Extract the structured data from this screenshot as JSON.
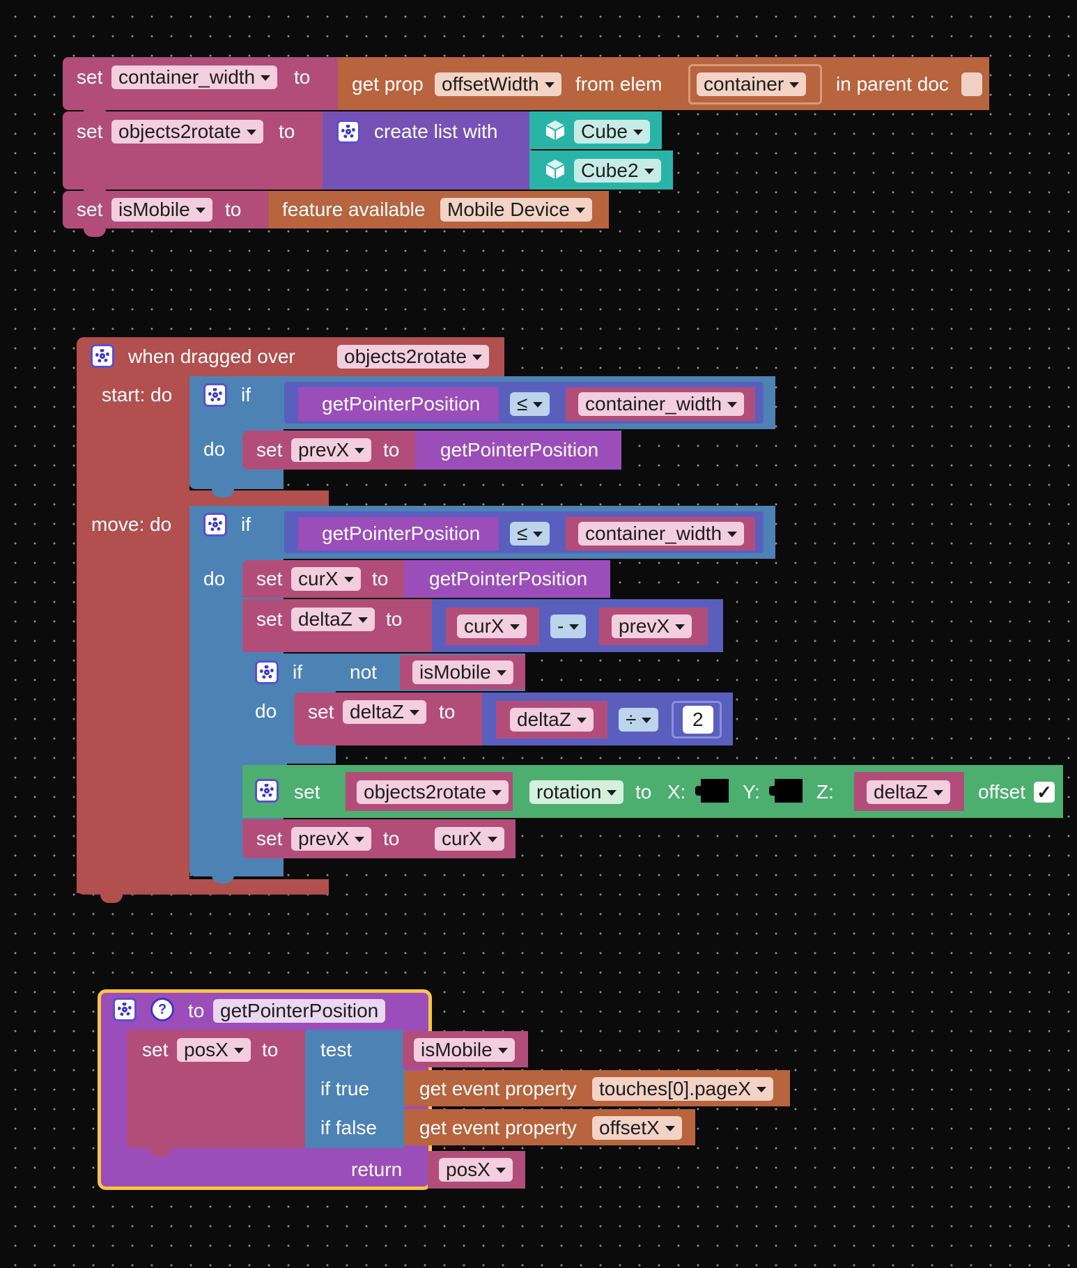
{
  "colors": {
    "variable": "#b24d7a",
    "variable_field": "#f3cede",
    "property": "#b7643f",
    "property_field": "#f2d3c5",
    "list": "#7652b6",
    "object": "#2ab4a8",
    "object_field": "#c7ece7",
    "logic": "#4d82b5",
    "logic_field": "#bcd4ec",
    "math": "#5a5fbe",
    "event": "#b24f4f",
    "procedure": "#9b4dba",
    "procedure_highlight": "#f6c644",
    "procedure_name_field": "#ead7f2",
    "transform": "#4caf6f",
    "background": "#0b0b0b"
  },
  "blocks": {
    "b1": {
      "set": "set",
      "var": "container_width",
      "to": "to",
      "get_prop": "get prop",
      "prop": "offsetWidth",
      "from_elem": "from elem",
      "elem": "container",
      "in_parent_doc": "in parent doc"
    },
    "b2": {
      "set": "set",
      "var": "objects2rotate",
      "to": "to",
      "create_list": "create list with",
      "item1": "Cube",
      "item2": "Cube2",
      "item1_icon": "cube-icon",
      "item2_icon": "cube-icon"
    },
    "b3": {
      "set": "set",
      "var": "isMobile",
      "to": "to",
      "feature": "feature available",
      "feature_value": "Mobile Device"
    },
    "event": {
      "header": "when dragged over",
      "object": "objects2rotate",
      "start_do": "start: do",
      "move_do": "move: do",
      "start_if": {
        "if": "if",
        "do": "do",
        "left": "getPointerPosition",
        "op": "≤",
        "right": "container_width",
        "set": "set",
        "var": "prevX",
        "to": "to",
        "value": "getPointerPosition"
      },
      "move_if": {
        "if": "if",
        "do": "do",
        "left": "getPointerPosition",
        "op": "≤",
        "right": "container_width",
        "set1": "set",
        "var1": "curX",
        "to1": "to",
        "value1": "getPointerPosition",
        "set2": "set",
        "var2": "deltaZ",
        "to2": "to",
        "a2": "curX",
        "op2": "-",
        "b2": "prevX",
        "inner_if": "if",
        "not": "not",
        "cond": "isMobile",
        "inner_do": "do",
        "set3": "set",
        "var3": "deltaZ",
        "to3": "to",
        "a3": "deltaZ",
        "op3": "÷",
        "b3": "2",
        "rot_set": "set",
        "rot_obj": "objects2rotate",
        "rot_prop": "rotation",
        "rot_to": "to",
        "x_label": "X:",
        "y_label": "Y:",
        "z_label": "Z:",
        "z_value": "deltaZ",
        "offset": "offset",
        "offset_checked": "✓",
        "set4": "set",
        "var4": "prevX",
        "to4": "to",
        "value4": "curX"
      }
    },
    "proc": {
      "to": "to",
      "name": "getPointerPosition",
      "set": "set",
      "var": "posX",
      "to2": "to",
      "test": "test",
      "test_value": "isMobile",
      "if_true": "if true",
      "true_value_label": "get event property",
      "true_value": "touches[0].pageX",
      "if_false": "if false",
      "false_value_label": "get event property",
      "false_value": "offsetX",
      "return": "return",
      "return_value": "posX",
      "help_icon": "?"
    }
  }
}
